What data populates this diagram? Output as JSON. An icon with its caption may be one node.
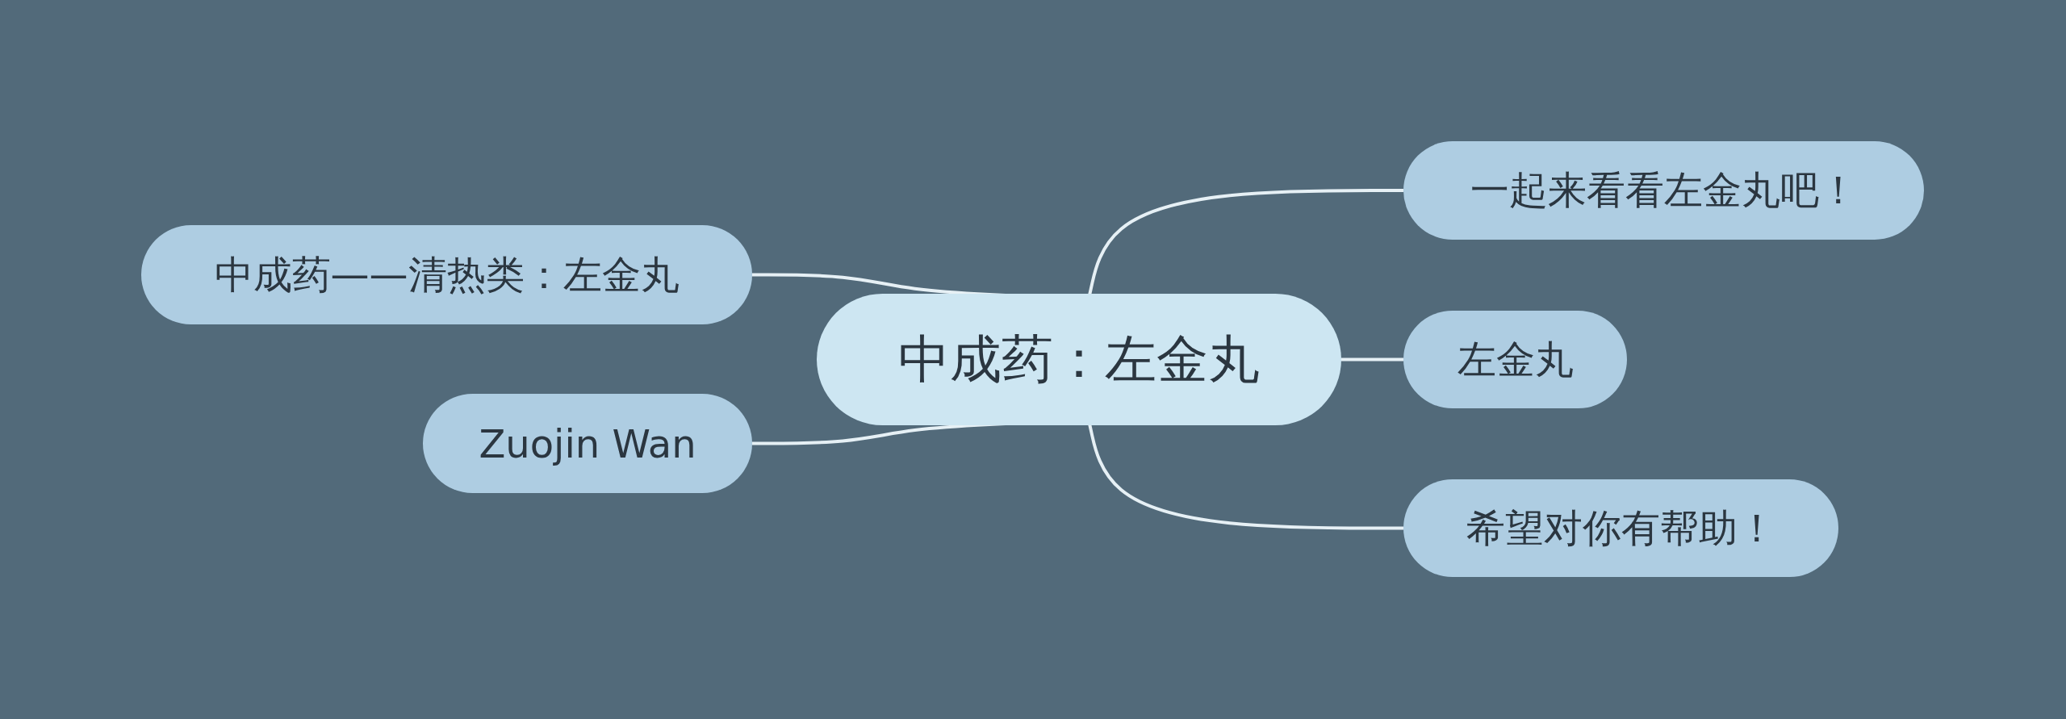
{
  "diagram": {
    "nodes": [
      {
        "text": [
          "中成药：左金丸"
        ]
      },
      {
        "text": [
          "中成药——清热类：左金丸"
        ]
      },
      {
        "text": [
          "Zuojin Wan"
        ]
      },
      {
        "text": [
          "一起来看看左金丸吧！"
        ]
      },
      {
        "text": [
          "左金丸"
        ]
      },
      {
        "text": [
          "希望对你有帮助！"
        ]
      }
    ],
    "edges": [
      {
        "from": 0,
        "to": 1,
        "arrow": "none"
      },
      {
        "from": 0,
        "to": 2,
        "arrow": "none"
      },
      {
        "from": 0,
        "to": 3,
        "arrow": "none"
      },
      {
        "from": 0,
        "to": 4,
        "arrow": "none"
      },
      {
        "from": 0,
        "to": 5,
        "arrow": "none"
      }
    ]
  }
}
